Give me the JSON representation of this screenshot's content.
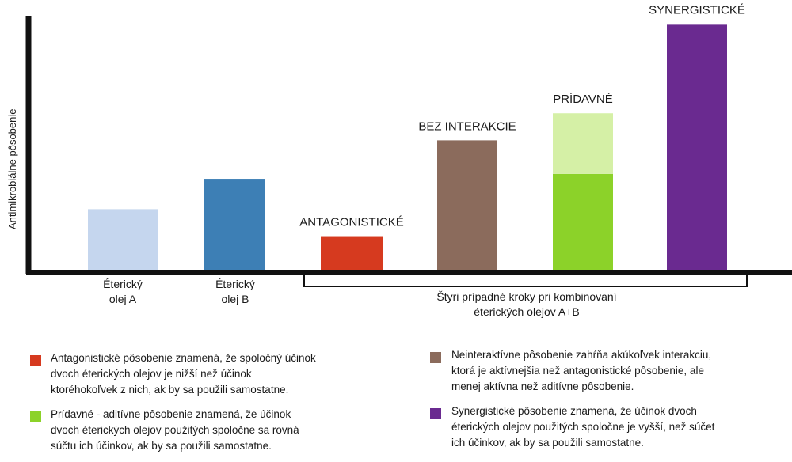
{
  "chart_data": {
    "type": "bar",
    "ylabel": "Antimikrobiálne pôsobenie",
    "categories": [
      "Éterický olej A",
      "Éterický olej B",
      "ANTAGONISTICKÉ",
      "BEZ INTERAKCIE",
      "PRÍDAVNÉ",
      "SYNERGISTICKÉ"
    ],
    "category_labels": [
      [
        "Éterický",
        "olej A"
      ],
      [
        "Éterický",
        "olej B"
      ]
    ],
    "bar_top_labels": [
      "",
      "",
      "ANTAGONISTICKÉ",
      "BEZ INTERAKCIE",
      "PRÍDAVNÉ",
      "SYNERGISTICKÉ"
    ],
    "values": [
      74,
      111,
      41,
      158,
      191,
      300
    ],
    "stacked_upper": {
      "category": "PRÍDAVNÉ",
      "lower": 117,
      "upper": 74
    },
    "ylim": [
      0,
      310
    ],
    "colors": [
      "#c5d6ee",
      "#3d7fb5",
      "#d63a1f",
      "#8b6b5c",
      "#8cd229",
      "#6a2a90"
    ],
    "colors_extra": {
      "pridavne_upper": "#d5f0a6"
    },
    "group_label": [
      "Štyri prípadné kroky pri kombinovaní",
      "éterických olejov A+B"
    ],
    "grid": false
  },
  "legend": [
    {
      "color": "#d63a1f",
      "lines": [
        "Antagonistické pôsobenie znamená, že spoločný účinok",
        "dvoch éterických olejov je nižší než účinok",
        "ktoréhokoľvek z nich, ak by sa použili samostatne."
      ]
    },
    {
      "color": "#8b6b5c",
      "lines": [
        "Neinteraktívne pôsobenie zahŕňa akúkoľvek interakciu,",
        "ktorá je aktívnejšia než antagonistické pôsobenie, ale",
        "menej aktívna než aditívne pôsobenie."
      ]
    },
    {
      "color": "#8cd229",
      "lines": [
        "Prídavné - aditívne pôsobenie znamená, že účinok",
        "dvoch éterických olejov použitých spoločne sa rovná",
        "súčtu ich účinkov, ak by sa použili samostatne."
      ]
    },
    {
      "color": "#6a2a90",
      "lines": [
        "Synergistické pôsobenie znamená, že účinok dvoch",
        "éterických olejov použitých spoločne je vyšší, než súčet",
        "ich účinkov, ak by sa použili samostatne."
      ]
    }
  ]
}
